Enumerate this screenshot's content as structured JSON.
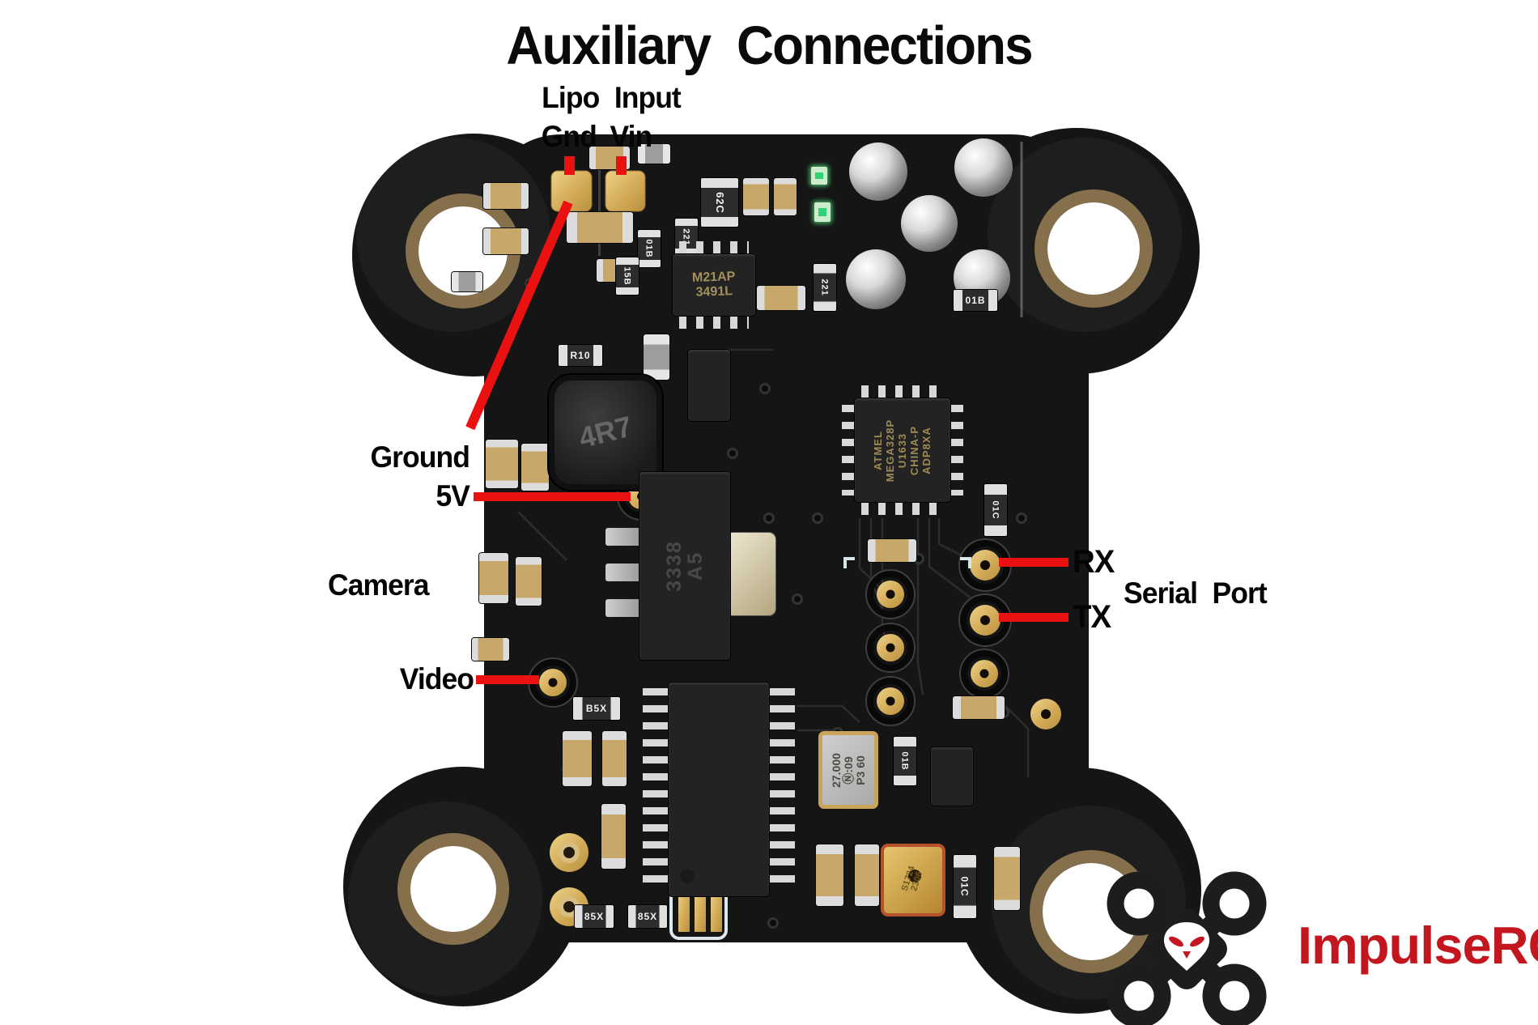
{
  "title": "Auxiliary Connections",
  "annotations": {
    "lipo_input": "Lipo Input",
    "gnd_vin": "Gnd Vin",
    "ground": "Ground",
    "five_v": "5V",
    "camera": "Camera",
    "video": "Video",
    "rx": "RX",
    "tx": "TX",
    "serial_port": "Serial Port"
  },
  "logo": {
    "brand": "ImpulseRC"
  },
  "colors": {
    "annotation_red": "#ec1111",
    "logo_red": "#c4161f",
    "pad_gold": "#cfa95c",
    "board_black": "#151515",
    "background": "#ffffff"
  },
  "board_markings": {
    "inductor": "4R7",
    "ic_top_line1": "M21AP",
    "ic_top_line2": "3491L",
    "res_62c": "62C",
    "res_01b": "01B",
    "res_15b": "15B",
    "res_221": "221",
    "res_221b": "221",
    "res_r10": "R10",
    "res_810": "01B",
    "res_01b2": "01B",
    "res_01c": "01C",
    "res_01c2": "01C",
    "res_b5x": "B5X",
    "res_85x_a": "85X",
    "res_85x_b": "85X",
    "mcu_lines": [
      "ATMEL",
      "MEGA328P",
      "U1633",
      "CHINA-P",
      "ADP8XA"
    ],
    "regulator_line1": "3338",
    "regulator_line2": "A5",
    "crystal_line1": "27.000",
    "crystal_line2": "Ⓝ:09",
    "crystal_line3": "P3 60",
    "mic_line1": "S1724",
    "mic_line2": "2306"
  }
}
